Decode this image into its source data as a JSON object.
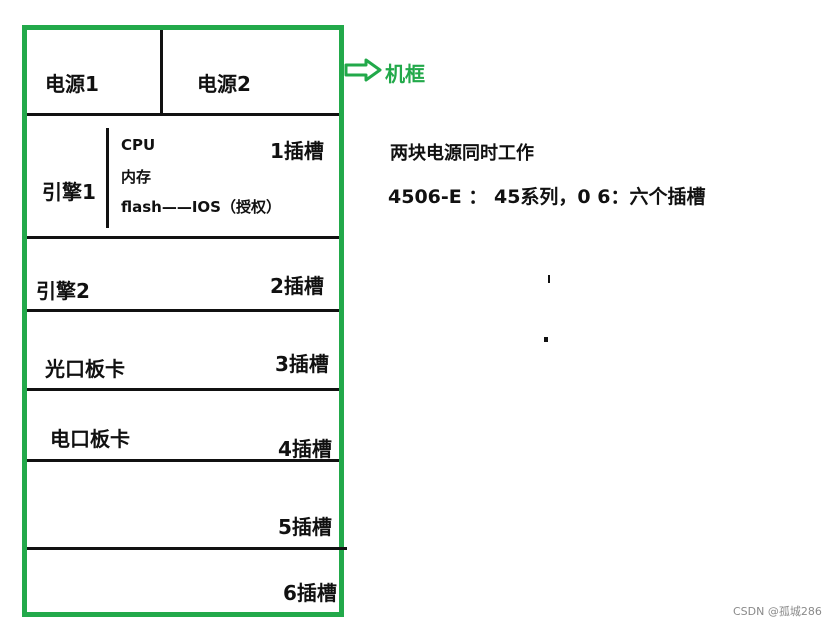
{
  "chassis": {
    "label": "机框",
    "power": [
      "电源1",
      "电源2"
    ],
    "engine1": {
      "label": "引擎1",
      "details": [
        "CPU",
        "内存",
        "flash——IOS（授权）"
      ]
    },
    "slots": [
      {
        "content": "",
        "slot": "1插槽"
      },
      {
        "content": "引擎2",
        "slot": "2插槽"
      },
      {
        "content": "光口板卡",
        "slot": "3插槽"
      },
      {
        "content": "电口板卡",
        "slot": "4插槽"
      },
      {
        "content": "",
        "slot": "5插槽"
      },
      {
        "content": "",
        "slot": "6插槽"
      }
    ]
  },
  "notes": {
    "line1": "两块电源同时工作",
    "line2": "4506-E ： 45系列，0 6：六个插槽"
  },
  "watermark": "CSDN @孤城286",
  "colors": {
    "frame": "#22a94a",
    "lines": "#111111"
  }
}
